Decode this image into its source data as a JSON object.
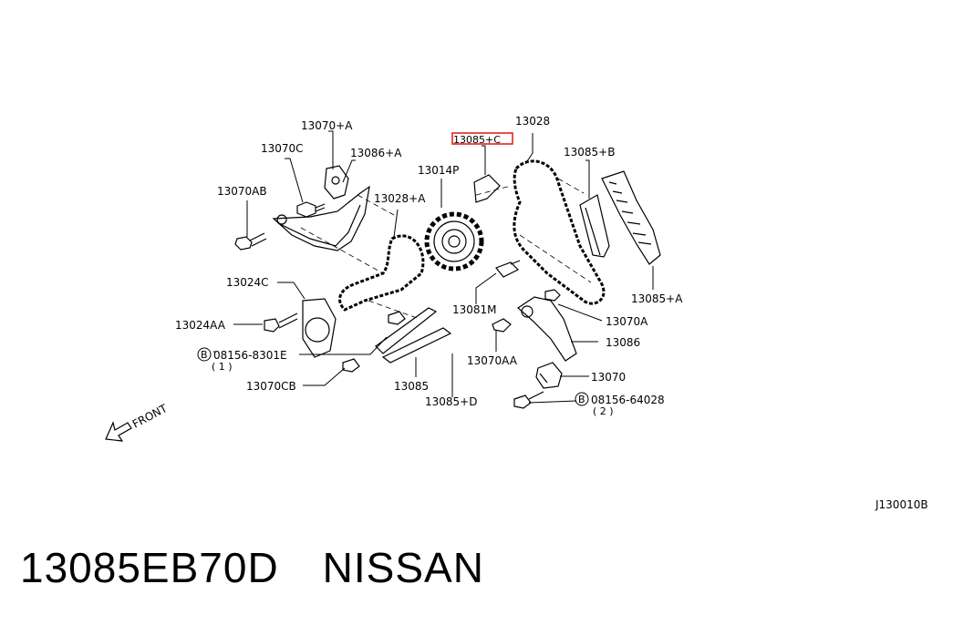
{
  "diagram": {
    "callouts": {
      "c13070_A": "13070+A",
      "c13070C": "13070C",
      "c13086_A": "13086+A",
      "c13070AB": "13070AB",
      "c13085_C": "13085+C",
      "c13014P": "13014P",
      "c13028_A": "13028+A",
      "c13028": "13028",
      "c13085_B": "13085+B",
      "c13024C": "13024C",
      "c13024AA": "13024AA",
      "c08156_8301E": "08156-8301E",
      "c08156_8301E_qty": "( 1 )",
      "c13070CB": "13070CB",
      "c13085": "13085",
      "c13085_D": "13085+D",
      "c13081M": "13081M",
      "c13070AA": "13070AA",
      "c13070A": "13070A",
      "c13086": "13086",
      "c13085_A": "13085+A",
      "c13070": "13070",
      "c08156_64028": "08156-64028",
      "c08156_64028_qty": "( 2 )",
      "front": "FRONT",
      "bolt_symbol": "B"
    },
    "highlight_color": "#e8231f",
    "figure_id": "J130010B"
  },
  "caption": {
    "part_number": "13085EB70D",
    "brand": "NISSAN"
  }
}
